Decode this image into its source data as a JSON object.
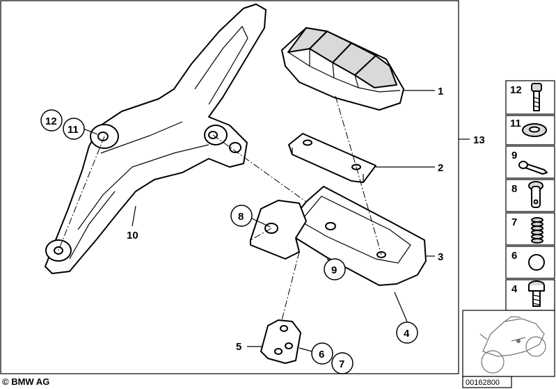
{
  "copyright": "© BMW AG",
  "image_number": "00162800",
  "assembly_label": "13",
  "main_callouts": [
    {
      "id": "c1",
      "label": "1"
    },
    {
      "id": "c2",
      "label": "2"
    },
    {
      "id": "c3",
      "label": "3"
    },
    {
      "id": "c4",
      "label": "4"
    },
    {
      "id": "c5",
      "label": "5"
    },
    {
      "id": "c6",
      "label": "6"
    },
    {
      "id": "c7",
      "label": "7"
    },
    {
      "id": "c8",
      "label": "8"
    },
    {
      "id": "c9",
      "label": "9"
    },
    {
      "id": "c10",
      "label": "10"
    },
    {
      "id": "c11",
      "label": "11"
    },
    {
      "id": "c12",
      "label": "12"
    }
  ],
  "side_panel": [
    {
      "label": "12",
      "icon": "bolt-icon"
    },
    {
      "label": "11",
      "icon": "washer-icon"
    },
    {
      "label": "9",
      "icon": "cotter-pin-icon"
    },
    {
      "label": "8",
      "icon": "clevis-pin-icon"
    },
    {
      "label": "7",
      "icon": "spring-icon"
    },
    {
      "label": "6",
      "icon": "ball-icon"
    },
    {
      "label": "4",
      "icon": "screw-icon"
    }
  ]
}
